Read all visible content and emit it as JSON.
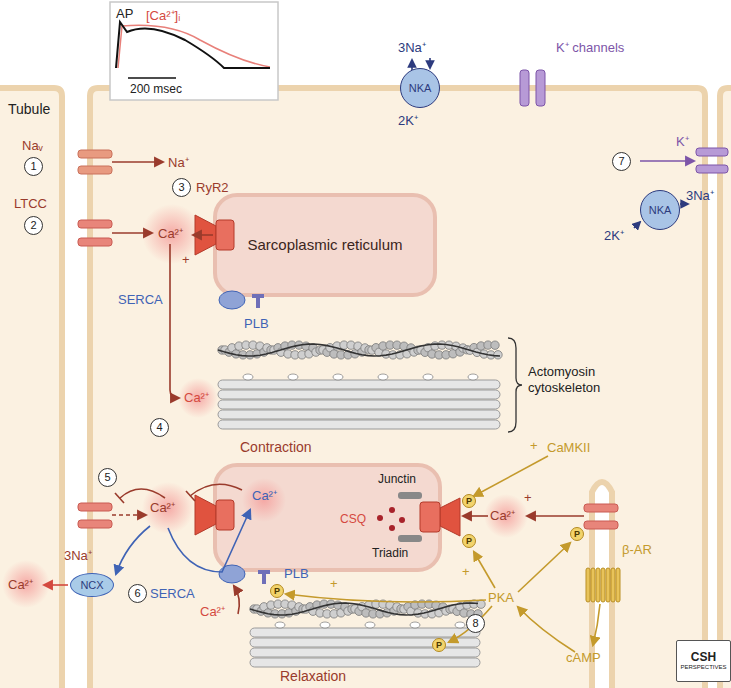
{
  "diagram": {
    "nodes": [
      {
        "text": [
          "AP",
          "[Ca²⁺]ᵢ",
          "200 msec"
        ]
      },
      {
        "text": [
          "Sarcoplasmic reticulum"
        ]
      },
      {
        "text": [
          "NKA"
        ]
      },
      {
        "text": [
          "NKA"
        ]
      },
      {
        "text": [
          "NCX"
        ]
      },
      {
        "text": [
          "CSH",
          "PERSPECTIVES"
        ]
      }
    ],
    "labels": [
      "Tubule",
      "Naᵥ",
      "1",
      "Na⁺",
      "LTCC",
      "2",
      "Ca²⁺",
      "3",
      "RyR2",
      "+",
      "SERCA",
      "PLB",
      "Ca²⁺",
      "4",
      "Contraction",
      "Actomyosin cytoskeleton",
      "3Na⁺",
      "2K⁺",
      "K⁺ channels",
      "K⁺",
      "7",
      "3Na⁺",
      "2K⁺",
      "5",
      "Ca²⁺",
      "Ca²⁺",
      "CaMKII",
      "+",
      "Junctin",
      "CSQ",
      "Triadin",
      "+",
      "Ca²⁺",
      "Ca²⁺",
      "3Na⁺",
      "6",
      "SERCA",
      "PLB",
      "PKA",
      "8",
      "β-AR",
      "cAMP",
      "Ca²⁺",
      "Relaxation",
      "+",
      "+",
      "P",
      "P",
      "P",
      "P",
      "P"
    ]
  }
}
